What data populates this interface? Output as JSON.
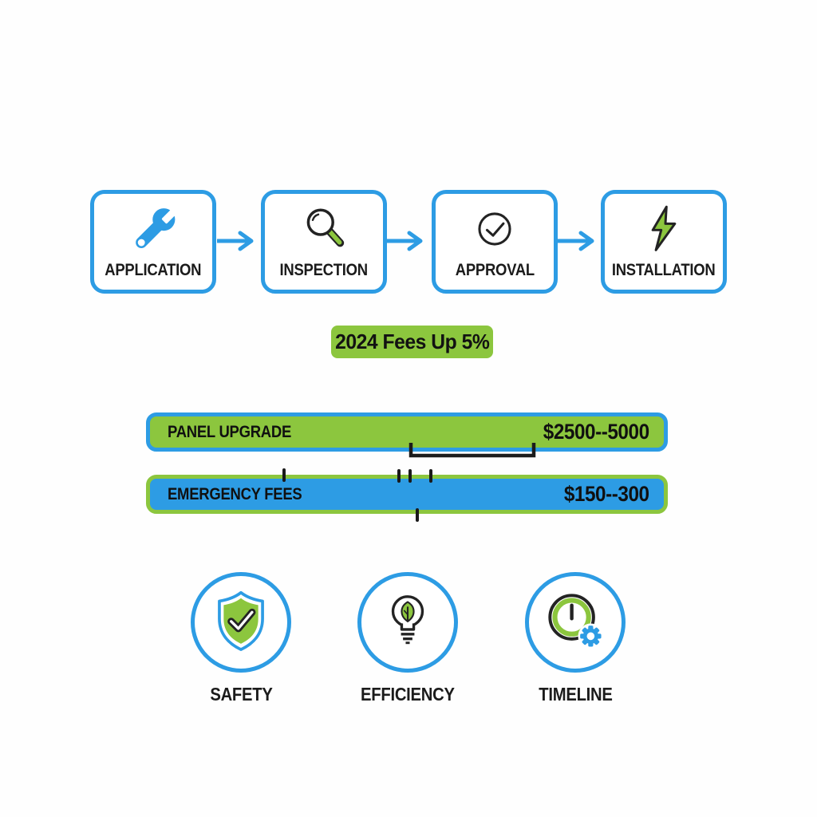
{
  "colors": {
    "blue": "#2D9CE4",
    "green": "#8CC63E",
    "ink": "#1B1B1B",
    "background": "#FEFEFE"
  },
  "flow": {
    "steps": [
      {
        "label": "APPLICATION",
        "icon": "wrench-icon"
      },
      {
        "label": "INSPECTION",
        "icon": "magnifying-glass-icon"
      },
      {
        "label": "APPROVAL",
        "icon": "check-circle-icon"
      },
      {
        "label": "INSTALLATION",
        "icon": "lightning-bolt-icon"
      }
    ]
  },
  "badge": {
    "label": "2024 Fees Up 5%"
  },
  "fee_bars": [
    {
      "label": "PANEL UPGRADE",
      "value": "$2500--5000"
    },
    {
      "label": "EMERGENCY FEES",
      "value": "$150--300"
    }
  ],
  "features": [
    {
      "label": "SAFETY",
      "icon": "shield-check-icon"
    },
    {
      "label": "EFFICIENCY",
      "icon": "lightbulb-leaf-icon"
    },
    {
      "label": "TIMELINE",
      "icon": "clock-gear-icon"
    }
  ]
}
